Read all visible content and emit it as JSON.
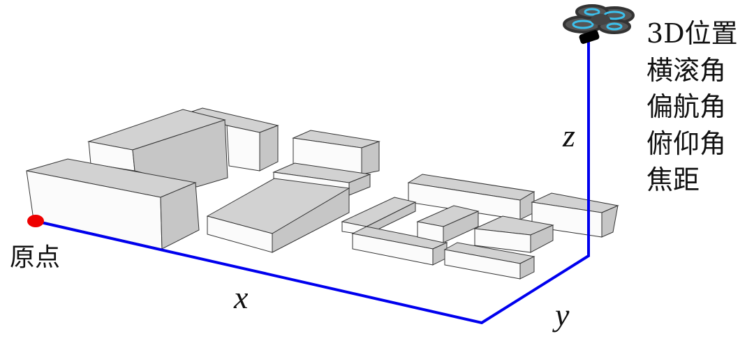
{
  "origin_label": "原点",
  "axes": {
    "x": "x",
    "y": "y",
    "z": "z"
  },
  "params": [
    "3D位置",
    "横滚角",
    "偏航角",
    "俯仰角",
    "焦距"
  ],
  "colors": {
    "axis": "#0000ee",
    "origin": "#ee0000",
    "drone_accent": "#3cc0ec"
  }
}
